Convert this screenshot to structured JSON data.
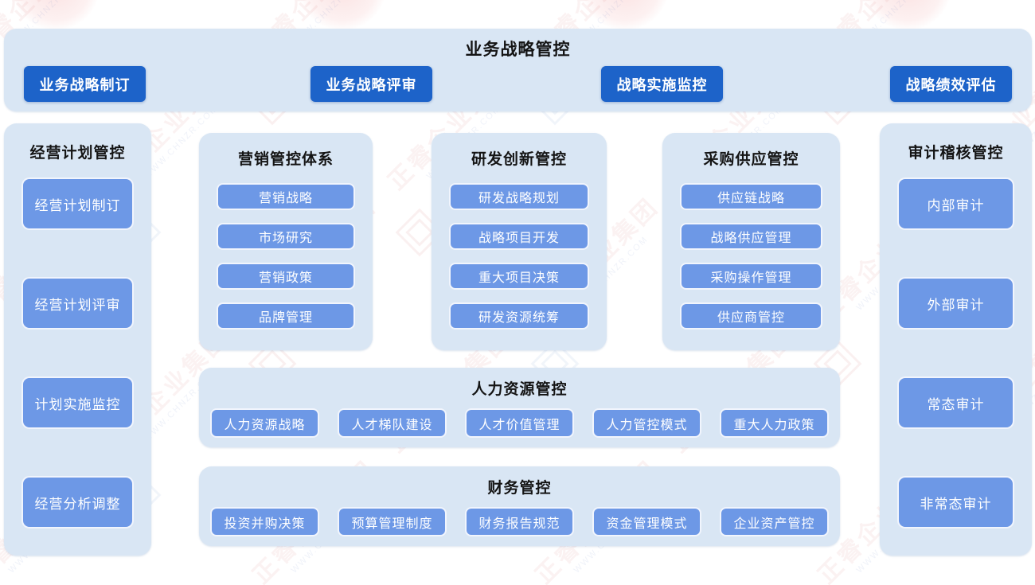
{
  "banner": {
    "title": "业务战略管控",
    "buttons": [
      "业务战略制订",
      "业务战略评审",
      "战略实施监控",
      "战略绩效评估"
    ]
  },
  "left_column": {
    "title": "经营计划管控",
    "items": [
      "经营计划制订",
      "经营计划评审",
      "计划实施监控",
      "经营分析调整"
    ]
  },
  "marketing_panel": {
    "title": "营销管控体系",
    "items": [
      "营销战略",
      "市场研究",
      "营销政策",
      "品牌管理"
    ]
  },
  "rnd_panel": {
    "title": "研发创新管控",
    "items": [
      "研发战略规划",
      "战略项目开发",
      "重大项目决策",
      "研发资源统筹"
    ]
  },
  "procurement_panel": {
    "title": "采购供应管控",
    "items": [
      "供应链战略",
      "战略供应管理",
      "采购操作管理",
      "供应商管控"
    ]
  },
  "right_column": {
    "title": "审计稽核管控",
    "items": [
      "内部审计",
      "外部审计",
      "常态审计",
      "非常态审计"
    ]
  },
  "hr_panel": {
    "title": "人力资源管控",
    "items": [
      "人力资源战略",
      "人才梯队建设",
      "人才价值管理",
      "人力管控模式",
      "重大人力政策"
    ]
  },
  "finance_panel": {
    "title": "财务管控",
    "items": [
      "投资并购决策",
      "预算管理制度",
      "财务报告规范",
      "资金管理模式",
      "企业资产管控"
    ]
  },
  "watermark": {
    "cn_text": "正睿企业集团",
    "en_text": "WWW.CHNZR.COM"
  },
  "colors": {
    "panel_bg": "#d9e6f4",
    "primary_button": "#1d63c9",
    "secondary_button": "#6d98e6",
    "button_text": "#ffffff",
    "title_text": "#141414",
    "watermark_pink": "#cd4b4b"
  }
}
